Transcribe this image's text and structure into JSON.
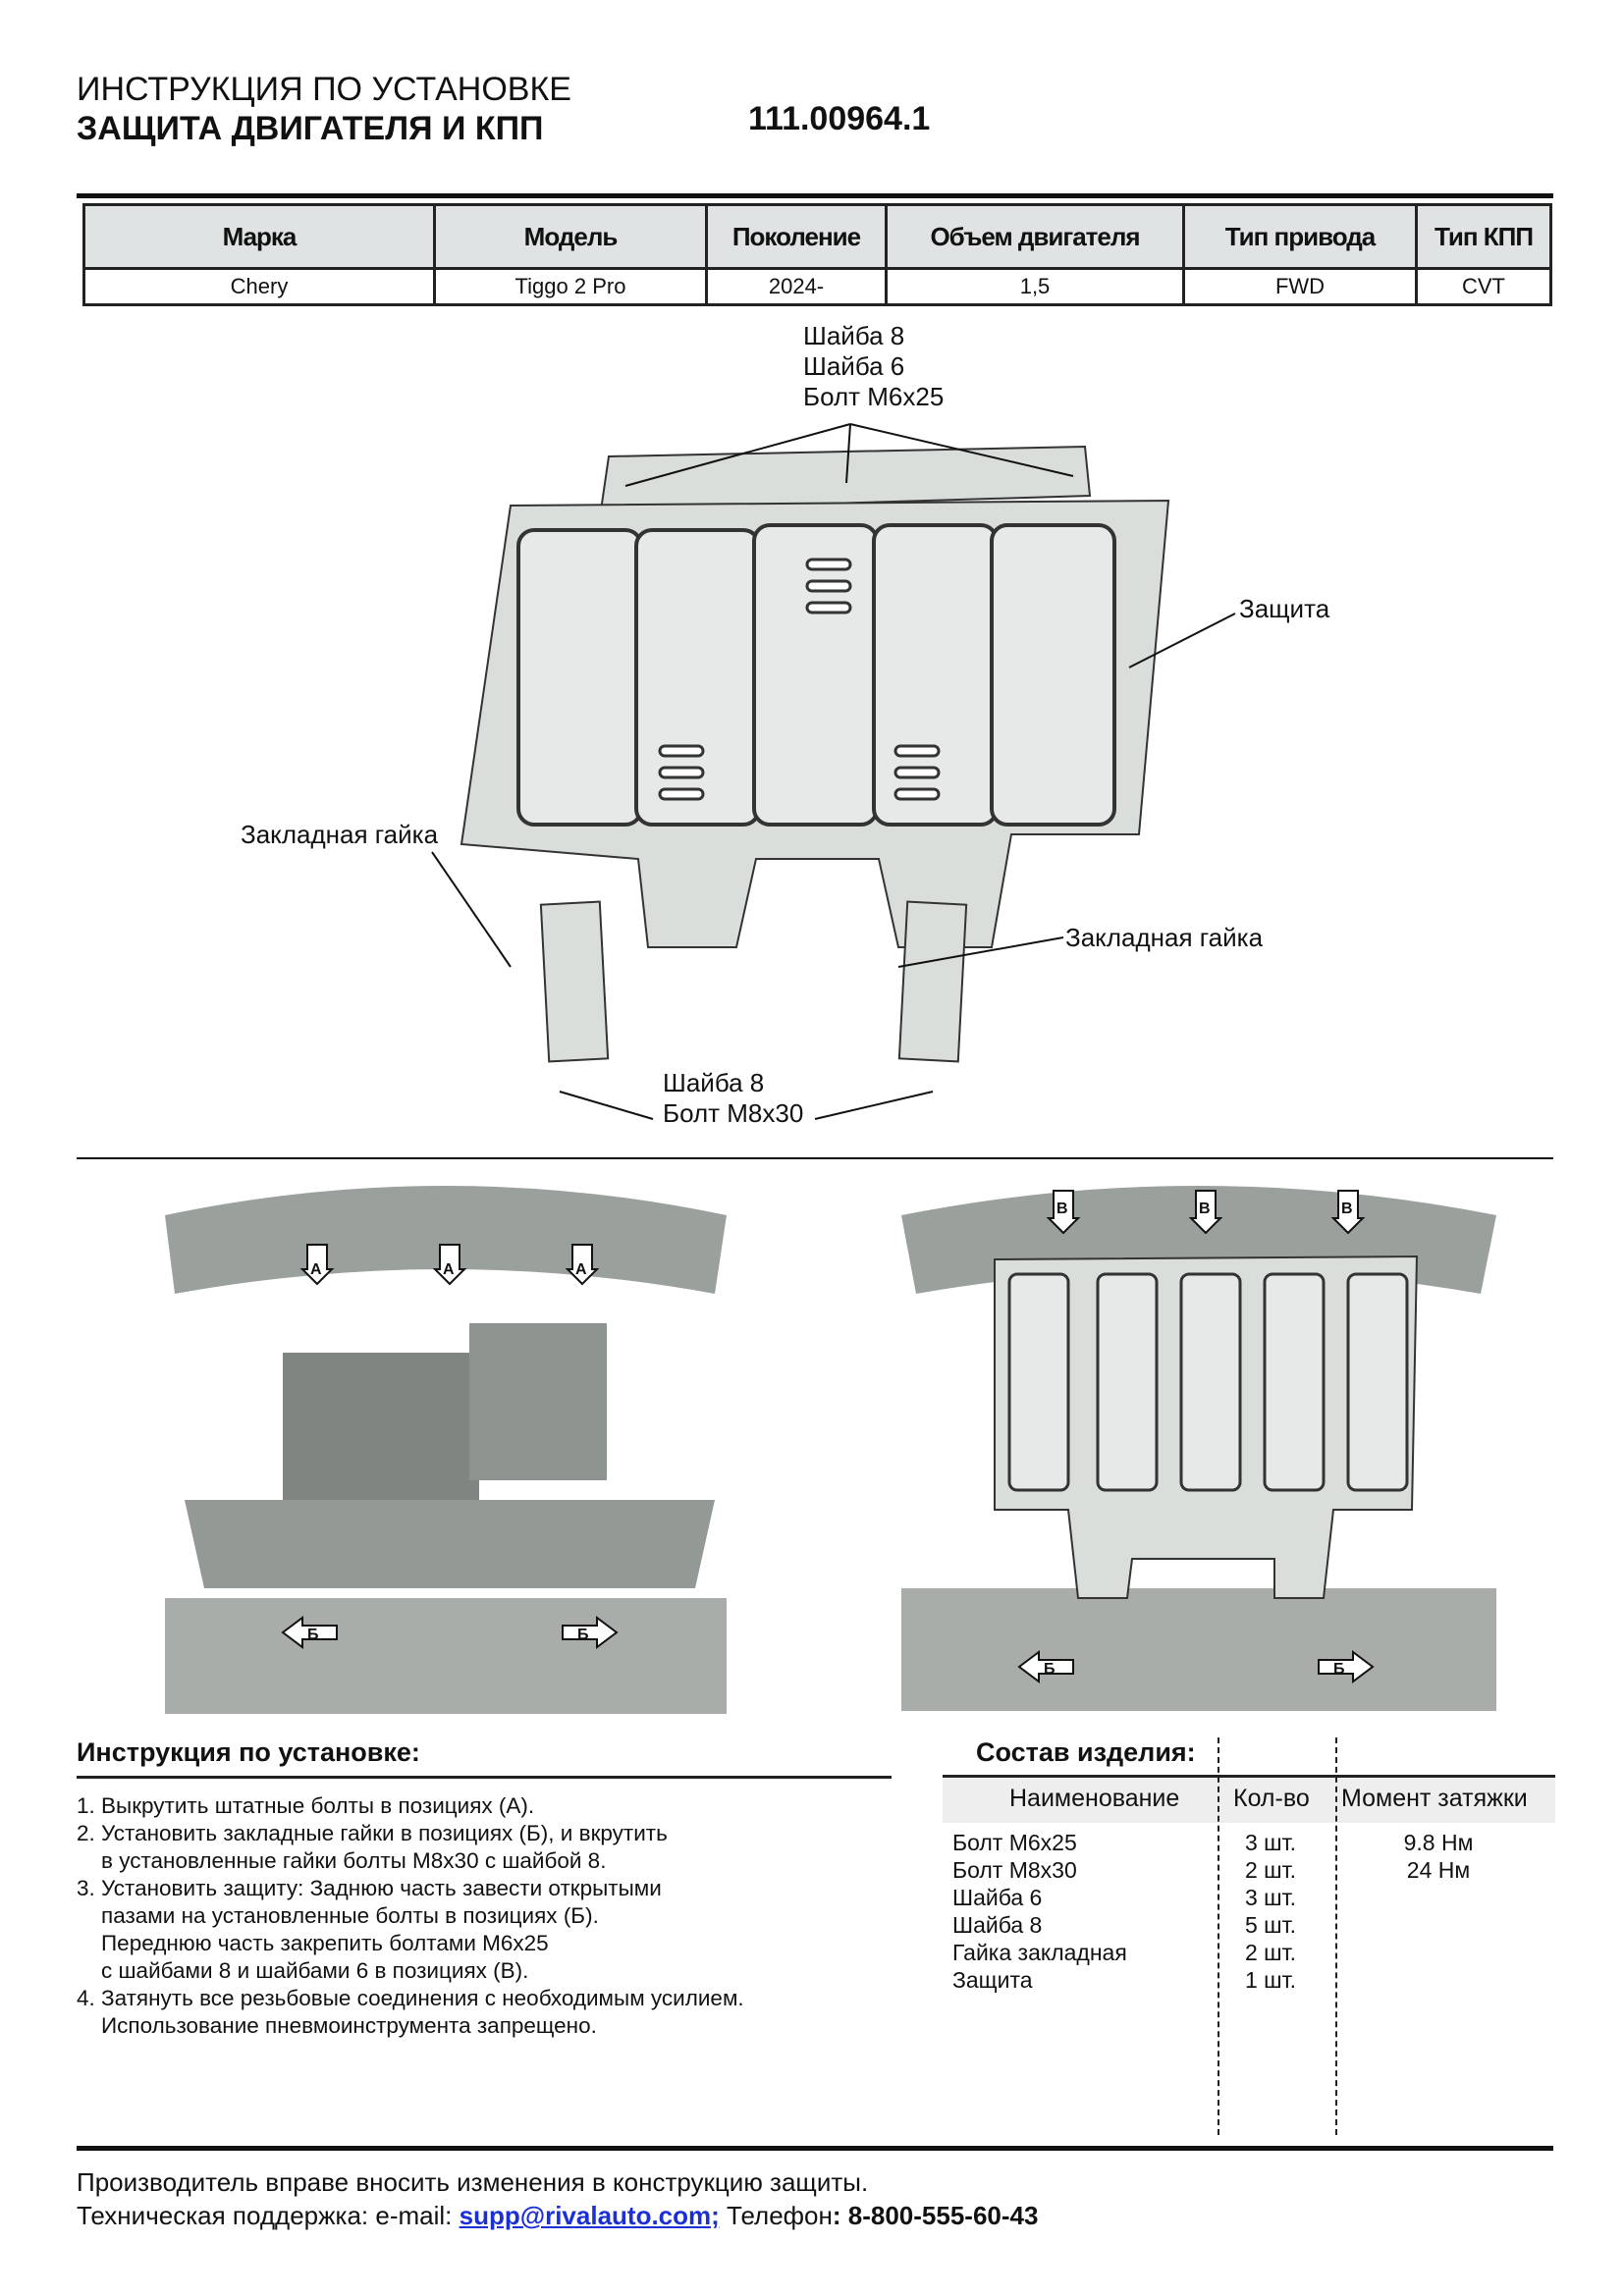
{
  "header": {
    "subtitle": "ИНСТРУКЦИЯ ПО УСТАНОВКЕ",
    "title": "ЗАЩИТА ДВИГАТЕЛЯ И КПП",
    "part_number": "111.00964.1"
  },
  "spec_table": {
    "columns": [
      "Марка",
      "Модель",
      "Поколение",
      "Объем двигателя",
      "Тип привода",
      "Тип КПП"
    ],
    "row": [
      "Chery",
      "Tiggo 2 Pro",
      "2024-",
      "1,5",
      "FWD",
      "CVT"
    ]
  },
  "diagram": {
    "top_fasteners": [
      "Шайба 8",
      "Шайба 6",
      "Болт М6х25"
    ],
    "guard": "Защита",
    "nut_left": "Закладная гайка",
    "nut_right": "Закладная гайка",
    "bottom_fasteners": [
      "Шайба 8",
      "Болт М8х30"
    ],
    "markers": {
      "a": "А",
      "b": "Б",
      "v": "В"
    }
  },
  "instructions": {
    "title": "Инструкция по установке:",
    "lines": [
      "1. Выкрутить штатные болты в позициях (А).",
      "2. Установить закладные гайки в позициях (Б), и вкрутить",
      "    в установленные гайки болты М8х30 с шайбой 8.",
      "3. Установить защиту: Заднюю часть завести открытыми",
      "    пазами на установленные болты в позициях (Б).",
      "    Переднюю часть закрепить болтами М6х25",
      "    с шайбами 8 и шайбами 6 в позициях (В).",
      "4. Затянуть все резьбовые соединения с необходимым усилием.",
      "    Использование пневмоинструмента запрещено."
    ]
  },
  "composition": {
    "title": "Состав изделия:",
    "headers": [
      "Наименование",
      "Кол-во",
      "Момент затяжки"
    ],
    "items": [
      {
        "name": "Болт М6х25",
        "qty": "3 шт.",
        "torque": "9.8 Нм"
      },
      {
        "name": "Болт М8х30",
        "qty": "2 шт.",
        "torque": "24 Нм"
      },
      {
        "name": "Шайба 6",
        "qty": "3 шт."
      },
      {
        "name": "Шайба 8",
        "qty": "5 шт."
      },
      {
        "name": "Гайка закладная",
        "qty": "2 шт."
      },
      {
        "name": "Защита",
        "qty": "1 шт."
      }
    ]
  },
  "footer": {
    "notice": "Производитель вправе вносить изменения в конструкцию защиты.",
    "support_label": "Техническая поддержка:  e-mail: ",
    "email": "supp@rivalauto.com;",
    "phone_label": " Телефон",
    "phone": ": 8-800-555-60-43"
  }
}
